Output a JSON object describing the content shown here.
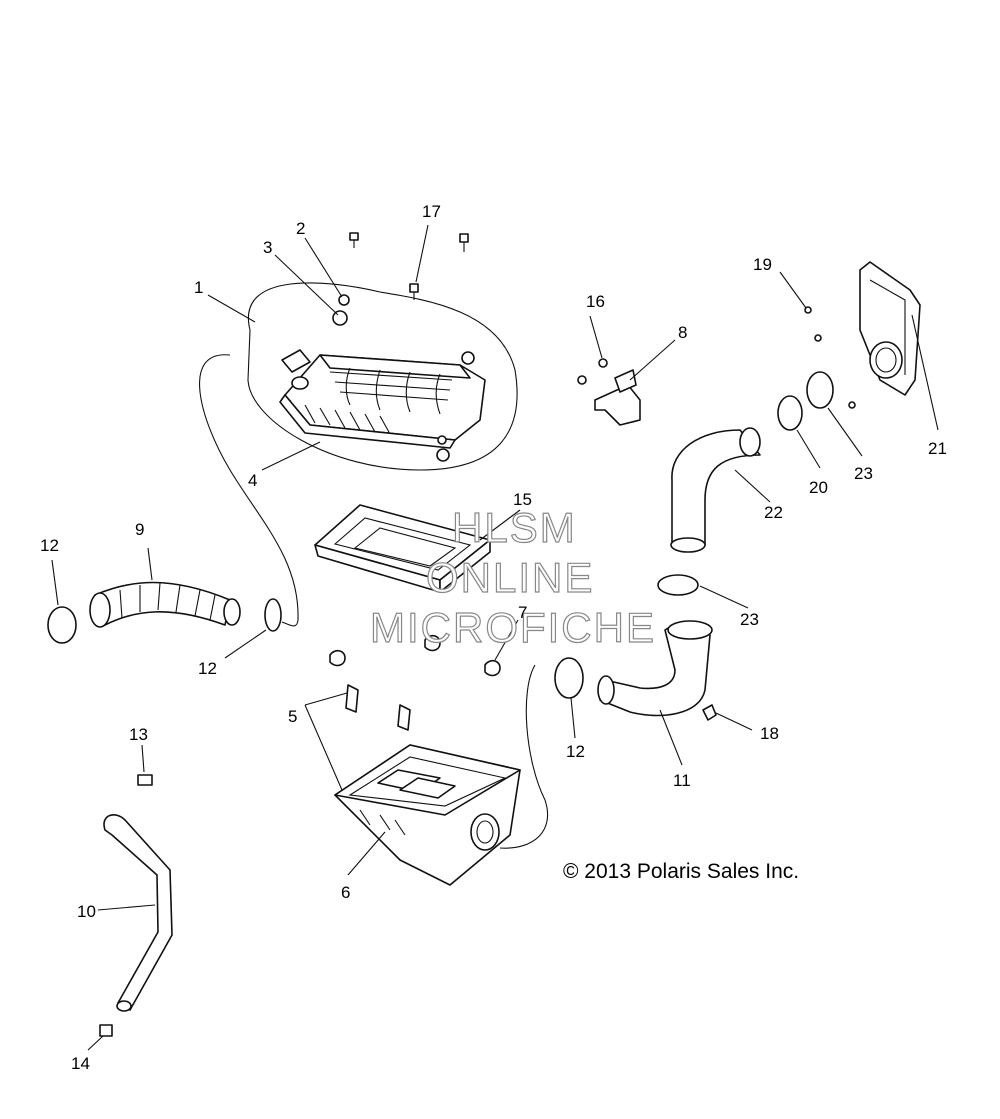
{
  "diagram": {
    "callouts": [
      "1",
      "2",
      "3",
      "4",
      "5",
      "6",
      "7",
      "8",
      "9",
      "10",
      "11",
      "12",
      "12",
      "12",
      "13",
      "14",
      "15",
      "16",
      "17",
      "18",
      "19",
      "20",
      "21",
      "22",
      "23",
      "23"
    ]
  },
  "watermark": {
    "line1": "HLSM",
    "line2": "ONLINE",
    "line3": "MICROFICHE"
  },
  "copyright": "© 2013 Polaris Sales Inc."
}
